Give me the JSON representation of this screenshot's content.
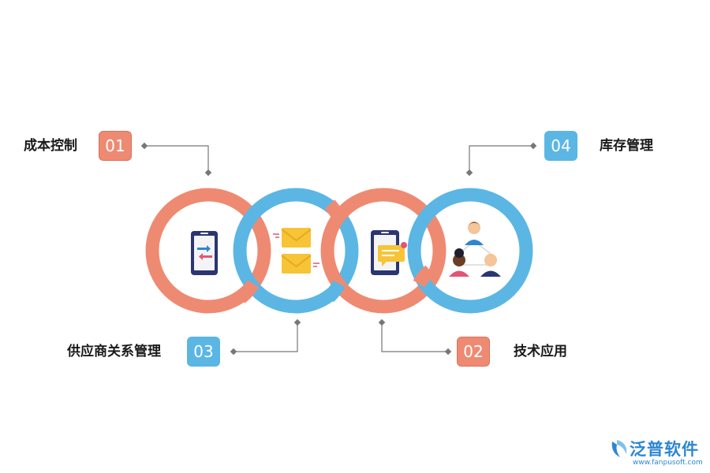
{
  "items": [
    {
      "number": "01",
      "label": "成本控制"
    },
    {
      "number": "02",
      "label": "技术应用"
    },
    {
      "number": "03",
      "label": "供应商关系管理"
    },
    {
      "number": "04",
      "label": "库存管理"
    }
  ],
  "colors": {
    "red": "#ef8a72",
    "blue": "#5bb6e4",
    "connector": "#777777"
  },
  "icons": [
    "phone-transfer-icon",
    "envelopes-icon",
    "phone-message-icon",
    "team-icon"
  ],
  "logo": {
    "name": "泛普软件",
    "url": "www.fanpusoft.com"
  }
}
